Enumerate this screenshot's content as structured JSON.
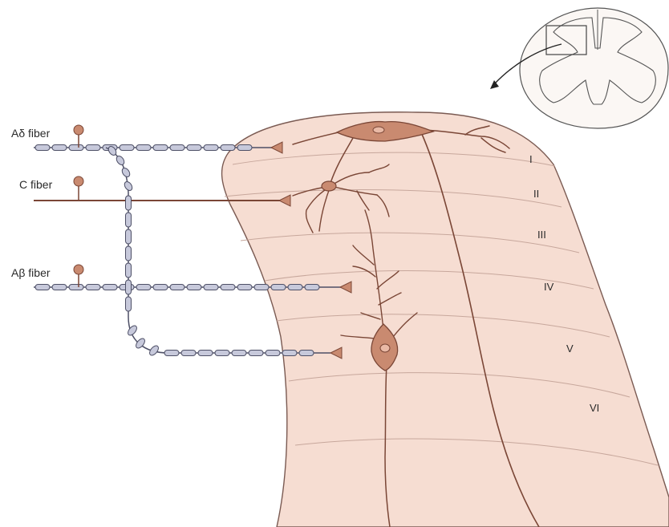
{
  "fibers": [
    {
      "id": "a-delta",
      "label": "Aδ fiber",
      "myelinated": true
    },
    {
      "id": "c",
      "label": "C fiber",
      "myelinated": false
    },
    {
      "id": "a-beta",
      "label": "Aβ fiber",
      "myelinated": true
    }
  ],
  "laminae": [
    "I",
    "II",
    "III",
    "IV",
    "V",
    "VI"
  ],
  "colors": {
    "tissue": "#f6ddd2",
    "tissue_edge": "#7a5a52",
    "lamina_line": "#c7a79c",
    "neuron": "#c98a70",
    "neuron_edge": "#7a4636",
    "myelin": "#c7c9db",
    "myelin_edge": "#4d4f66",
    "axon": "#7a4636"
  }
}
